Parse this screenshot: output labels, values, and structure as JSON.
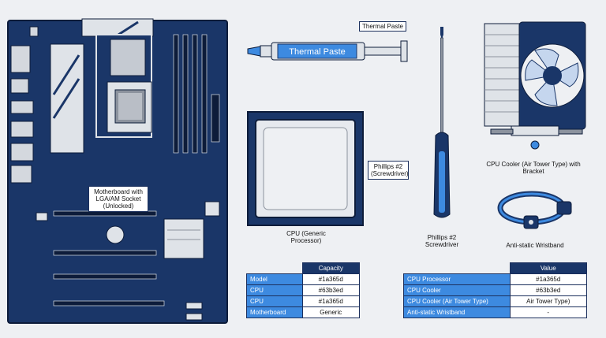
{
  "labels": {
    "thermal_paste": "Thermal Paste",
    "thermal_paste_tube": "Thermal Paste",
    "motherboard": "Motherboard with LGA/AM Socket (Unlocked)",
    "cpu": "CPU (Generic Processor)",
    "screwdriver_box": "Phillips #2 (Screwdriver)",
    "screwdriver": "Phillips #2 Screwdriver",
    "cooler": "CPU Cooler (Air Tower Type) with Bracket",
    "wristband": "Anti-static Wristband"
  },
  "table1": {
    "header": [
      "",
      "Capacity"
    ],
    "rows": [
      [
        "Model",
        "#1a365d"
      ],
      [
        "CPU",
        "#63b3ed"
      ],
      [
        "CPU",
        "#1a365d"
      ],
      [
        "Motherboard",
        "Generic"
      ]
    ]
  },
  "table2": {
    "header": [
      "",
      "Value"
    ],
    "rows": [
      [
        "CPU Processor",
        "#1a365d"
      ],
      [
        "CPU Cooler",
        "#63b3ed"
      ],
      [
        "CPU Cooler (Air Tower Type)",
        "Air Tower Type)"
      ],
      [
        "Anti-static Wristband",
        "-"
      ]
    ]
  },
  "colors": {
    "navy": "#1a3668",
    "accent": "#3d8ae0",
    "background": "#eef0f3"
  }
}
